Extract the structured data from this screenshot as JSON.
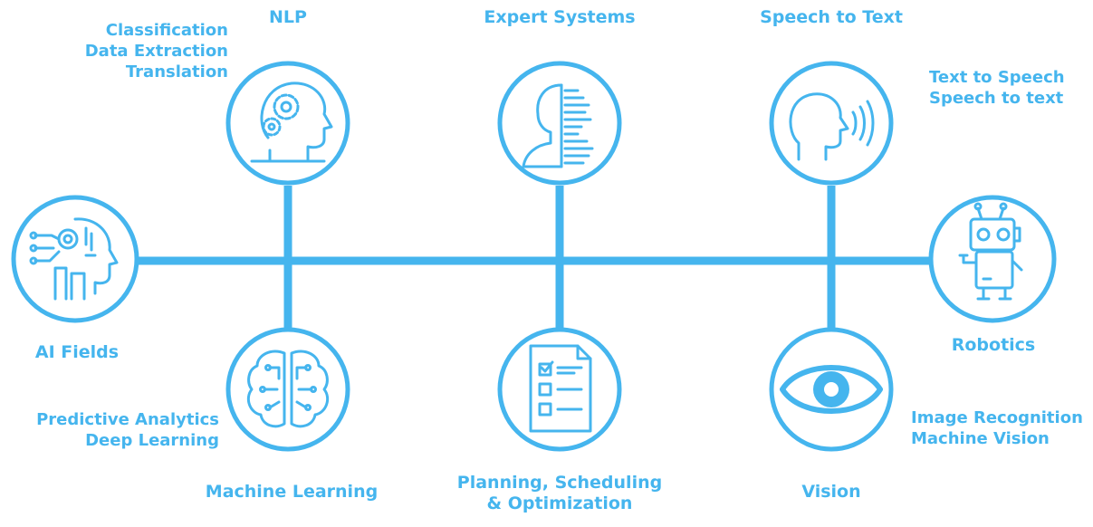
{
  "accent_color": "#45b5ee",
  "nodes": {
    "ai_fields": {
      "label": "AI Fields"
    },
    "nlp": {
      "label": "NLP",
      "sublabels": [
        "Classification",
        "Data Extraction",
        "Translation"
      ]
    },
    "machine_learning": {
      "label": "Machine Learning",
      "sublabels": [
        "Predictive Analytics",
        "Deep Learning"
      ]
    },
    "expert_systems": {
      "label": "Expert Systems"
    },
    "planning": {
      "label_lines": [
        "Planning, Scheduling",
        "& Optimization"
      ]
    },
    "speech": {
      "label": "Speech to Text",
      "sublabels": [
        "Text to Speech",
        "Speech to text"
      ]
    },
    "vision": {
      "label": "Vision",
      "sublabels": [
        "Image Recognition",
        "Machine Vision"
      ]
    },
    "robotics": {
      "label": "Robotics"
    }
  },
  "icons": {
    "ai_fields": "ai-head-circuit-icon",
    "nlp": "head-gears-icon",
    "machine_learning": "brain-circuit-icon",
    "expert_systems": "profile-data-bars-icon",
    "planning": "checklist-document-icon",
    "speech": "speaking-head-icon",
    "vision": "eye-icon",
    "robotics": "robot-icon"
  }
}
